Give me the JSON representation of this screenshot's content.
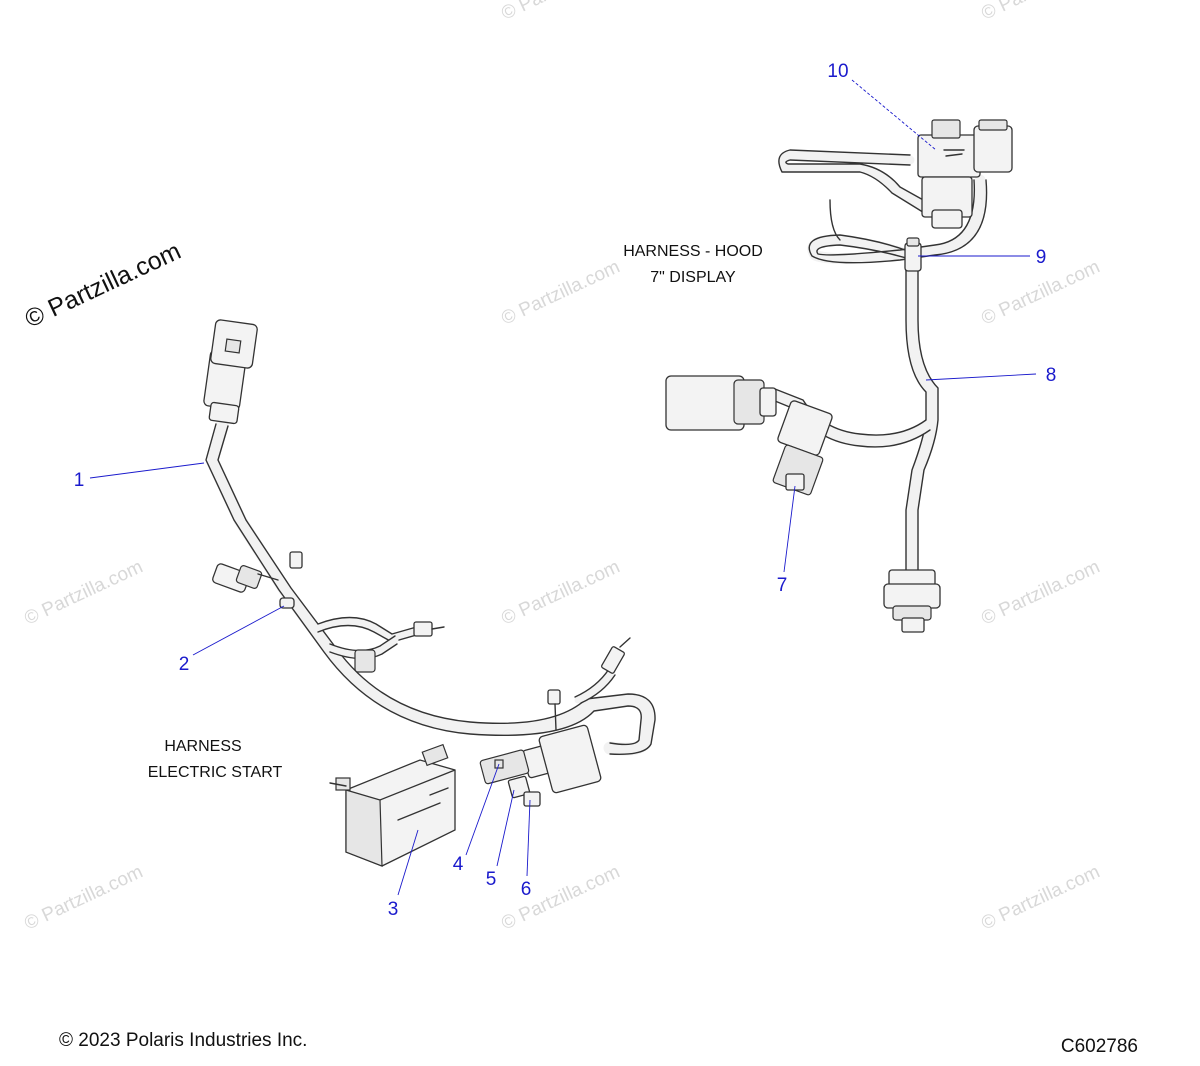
{
  "watermark": {
    "main": "© Partzilla.com",
    "tile": "© Partzilla.com"
  },
  "captions": {
    "hood_line1": "HARNESS - HOOD",
    "hood_line2": "7\" DISPLAY",
    "start_line1": "HARNESS",
    "start_line2": "ELECTRIC START"
  },
  "callouts": [
    "1",
    "2",
    "3",
    "4",
    "5",
    "6",
    "7",
    "8",
    "9",
    "10"
  ],
  "footer": {
    "copyright": "© 2023 Polaris Industries Inc.",
    "drawing_id": "C602786"
  },
  "colors": {
    "callout": "#1a1acc",
    "line": "#333333",
    "watermark": "#d8d8d8"
  }
}
